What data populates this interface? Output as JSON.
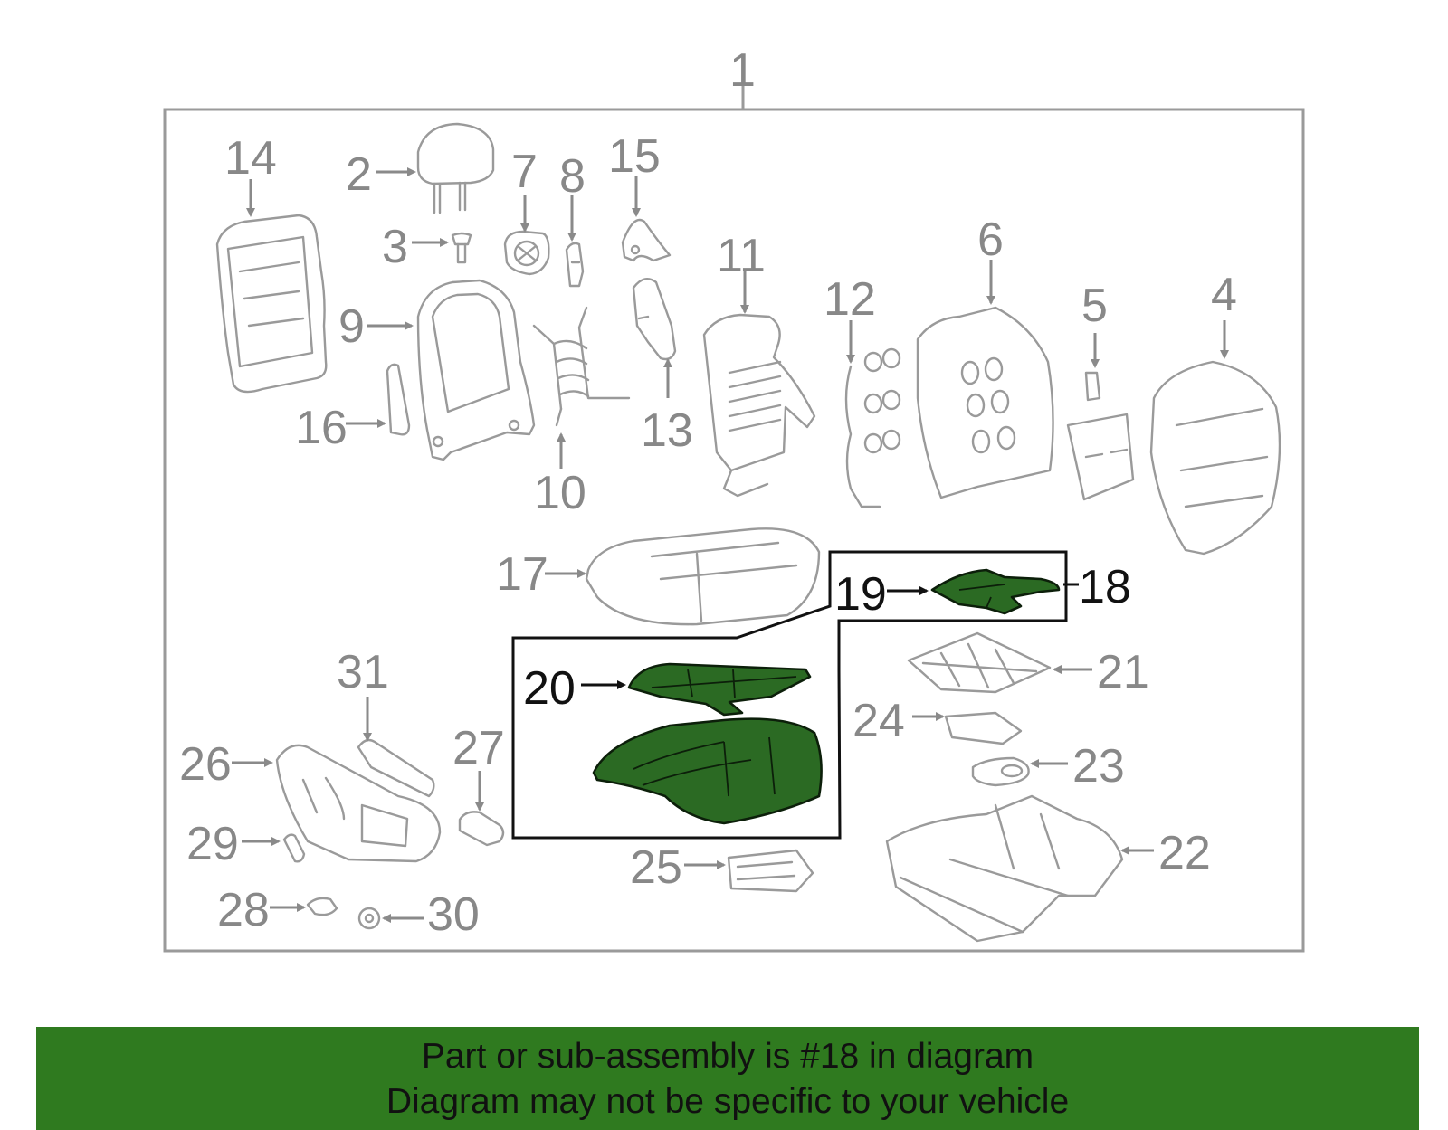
{
  "diagram": {
    "assembly_callout": "1",
    "callouts": [
      "2",
      "3",
      "4",
      "5",
      "6",
      "7",
      "8",
      "9",
      "10",
      "11",
      "12",
      "13",
      "14",
      "15",
      "16",
      "17",
      "18",
      "19",
      "20",
      "21",
      "22",
      "23",
      "24",
      "25",
      "26",
      "27",
      "28",
      "29",
      "30",
      "31"
    ],
    "highlighted_part": "18",
    "highlight_color": "#2b6a23",
    "banner_color": "#2f7a1f"
  },
  "banner": {
    "line1": "Part or sub-assembly is #18 in diagram",
    "line2": "Diagram may not be specific to your vehicle"
  }
}
